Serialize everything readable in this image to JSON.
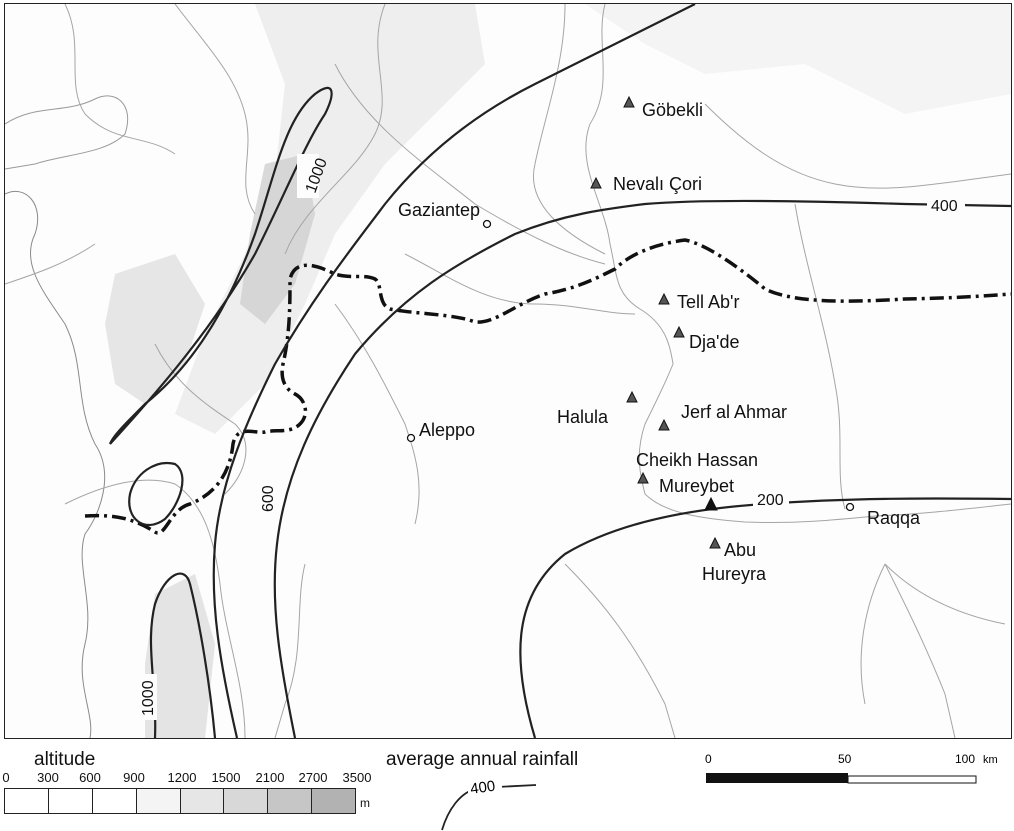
{
  "sites": [
    {
      "name": "Göbekli"
    },
    {
      "name": "Nevalı Çori"
    },
    {
      "name": "Tell Ab'r"
    },
    {
      "name": "Dja'de"
    },
    {
      "name": "Halula"
    },
    {
      "name": "Jerf al Ahmar"
    },
    {
      "name": "Cheikh Hassan"
    },
    {
      "name": "Mureybet"
    },
    {
      "name": "Abu"
    },
    {
      "name": "Hureyra"
    }
  ],
  "cities": [
    {
      "name": "Gaziantep"
    },
    {
      "name": "Aleppo"
    },
    {
      "name": "Raqqa"
    }
  ],
  "isohyets": {
    "l1000_north": "1000",
    "l1000_south": "1000",
    "l600": "600",
    "l400": "400",
    "l200": "200"
  },
  "legend": {
    "altitude_title": "altitude",
    "altitude_ticks": [
      "0",
      "300",
      "600",
      "900",
      "1200",
      "1500",
      "2100",
      "2700",
      "3500"
    ],
    "altitude_unit": "m",
    "altitude_shades": [
      "#ffffff",
      "#ffffff",
      "#ffffff",
      "#f4f4f4",
      "#e6e6e6",
      "#d8d8d8",
      "#c6c6c6",
      "#b2b2b2"
    ],
    "rainfall_title": "average annual rainfall",
    "rainfall_sample": "400",
    "scale_labels": [
      "0",
      "50",
      "100"
    ],
    "scale_unit": "km"
  },
  "colors": {
    "contour": "#222222",
    "river": "#9a9a9a",
    "border": "#111111",
    "highland": "#d6d6d6"
  }
}
